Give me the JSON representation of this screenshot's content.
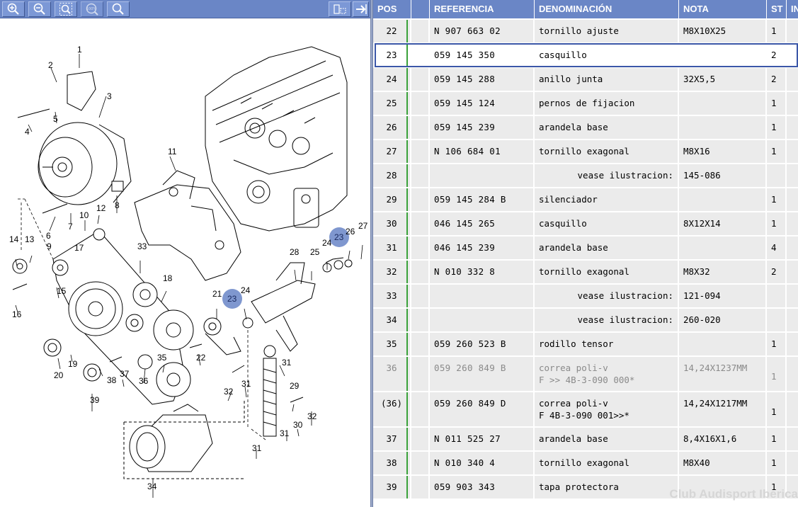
{
  "toolbar": {
    "buttons": [
      {
        "name": "zoom-in-icon"
      },
      {
        "name": "zoom-out-icon"
      },
      {
        "name": "zoom-fit-icon"
      },
      {
        "name": "zoom-100-icon",
        "label": "100%"
      },
      {
        "name": "search-icon"
      }
    ],
    "right_buttons": [
      {
        "name": "layout-toggle-icon"
      },
      {
        "name": "expand-arrow-icon"
      }
    ]
  },
  "diagram": {
    "labels": [
      "1",
      "2",
      "3",
      "4",
      "5",
      "6",
      "7",
      "8",
      "9",
      "10",
      "11",
      "12",
      "13",
      "14",
      "15",
      "16",
      "17",
      "18",
      "19",
      "20",
      "21",
      "22",
      "23",
      "24",
      "25",
      "26",
      "27",
      "28",
      "29",
      "30",
      "31",
      "32",
      "33",
      "34",
      "35",
      "36",
      "37",
      "38",
      "39"
    ],
    "highlight_label": "23",
    "highlight_color": "#7f97cf"
  },
  "table": {
    "headers": {
      "pos": "POS",
      "referencia": "REFERENCIA",
      "denominacion": "DENOMINACIÓN",
      "nota": "NOTA",
      "st": "ST",
      "extra": "IN"
    },
    "selected_pos": "23",
    "rows": [
      {
        "pos": "22",
        "ref": "N   907 663 02",
        "den": "tornillo ajuste",
        "nota": "M8X10X25",
        "st": "1"
      },
      {
        "pos": "23",
        "ref": "059 145 350",
        "den": "casquillo",
        "nota": "",
        "st": "2",
        "selected": true
      },
      {
        "pos": "24",
        "ref": "059 145 288",
        "den": "anillo junta",
        "nota": "32X5,5",
        "st": "2"
      },
      {
        "pos": "25",
        "ref": "059 145 124",
        "den": "pernos de fijacion",
        "nota": "",
        "st": "1"
      },
      {
        "pos": "26",
        "ref": "059 145 239",
        "den": "arandela base",
        "nota": "",
        "st": "1"
      },
      {
        "pos": "27",
        "ref": "N   106 684 01",
        "den": "tornillo exagonal",
        "nota": "M8X16",
        "st": "1"
      },
      {
        "pos": "28",
        "ref": "",
        "den": "vease ilustracion:",
        "nota": "145-086",
        "st": "",
        "note": true
      },
      {
        "pos": "29",
        "ref": "059 145 284 B",
        "den": "silenciador",
        "nota": "",
        "st": "1"
      },
      {
        "pos": "30",
        "ref": "046 145 265",
        "den": "casquillo",
        "nota": "8X12X14",
        "st": "1"
      },
      {
        "pos": "31",
        "ref": "046 145 239",
        "den": "arandela base",
        "nota": "",
        "st": "4"
      },
      {
        "pos": "32",
        "ref": "N   010 332 8",
        "den": "tornillo exagonal",
        "nota": "M8X32",
        "st": "2"
      },
      {
        "pos": "33",
        "ref": "",
        "den": "vease ilustracion:",
        "nota": "121-094",
        "st": "",
        "note": true
      },
      {
        "pos": "34",
        "ref": "",
        "den": "vease ilustracion:",
        "nota": "260-020",
        "st": "",
        "note": true
      },
      {
        "pos": "35",
        "ref": "059 260 523 B",
        "den": "rodillo tensor",
        "nota": "",
        "st": "1"
      },
      {
        "pos": "36",
        "ref": "059 260 849 B",
        "den": "correa poli-v",
        "den2": "F            >> 4B-3-090 000*",
        "nota": "14,24X1237MM",
        "st": "1",
        "grey": true,
        "tall": true
      },
      {
        "pos": "(36)",
        "ref": "059 260 849 D",
        "den": "correa poli-v",
        "den2": "F 4B-3-090 001>>*",
        "nota": "14,24X1217MM",
        "st": "1",
        "tall": true
      },
      {
        "pos": "37",
        "ref": "N   011 525 27",
        "den": "arandela base",
        "nota": "8,4X16X1,6",
        "st": "1"
      },
      {
        "pos": "38",
        "ref": "N   010 340 4",
        "den": "tornillo exagonal",
        "nota": "M8X40",
        "st": "1"
      },
      {
        "pos": "39",
        "ref": "059 903 343",
        "den": "tapa protectora",
        "nota": "",
        "st": "1"
      }
    ]
  },
  "watermark": "Club Audisport Iberica"
}
